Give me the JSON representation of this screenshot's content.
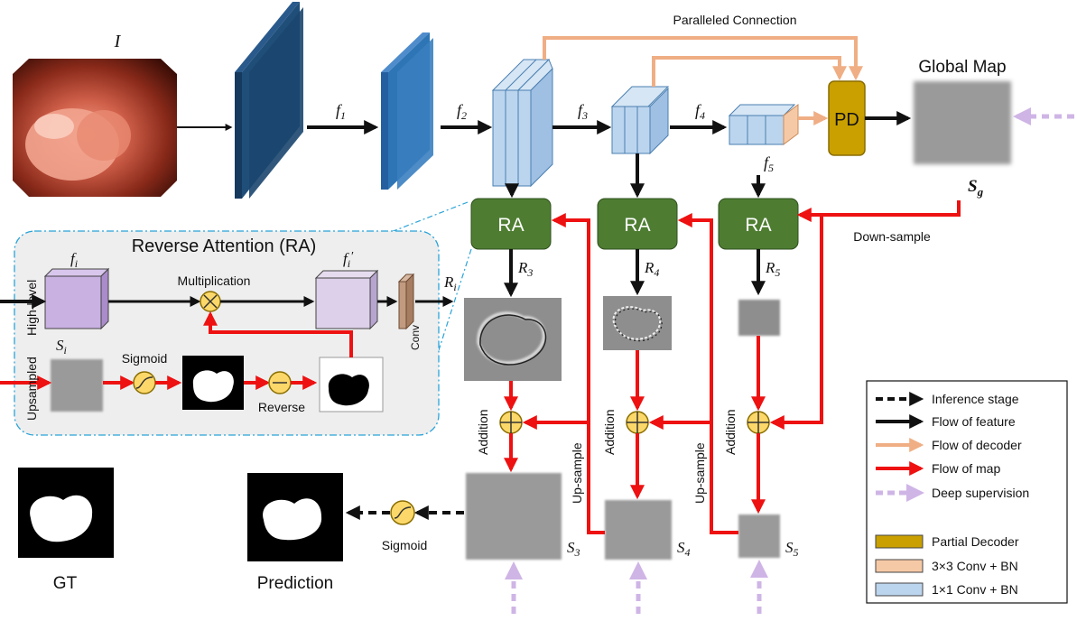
{
  "input_label": "I",
  "feature_labels": {
    "f1": "f",
    "f1_sub": "1",
    "f2": "f",
    "f2_sub": "2",
    "f3": "f",
    "f3_sub": "3",
    "f4": "f",
    "f4_sub": "4",
    "f5": "f",
    "f5_sub": "5"
  },
  "paralleled_connection": "Paralleled Connection",
  "pd_label": "PD",
  "global_map": "Global Map",
  "sg": {
    "main": "S",
    "sub": "g"
  },
  "ra_label": "RA",
  "down_sample": "Down-sample",
  "r_labels": {
    "r": "R",
    "r3": "3",
    "r4": "4",
    "r5": "5"
  },
  "addition": "Addition",
  "up_sample": "Up-sample",
  "s_labels": {
    "s": "S",
    "s3": "3",
    "s4": "4",
    "s5": "5"
  },
  "sigmoid": "Sigmoid",
  "gt": "GT",
  "prediction": "Prediction",
  "ra_module": {
    "title": "Reverse Attention (RA)",
    "fi": "f",
    "fi_sub": "i",
    "fi_prime_sub": "i",
    "fi_prime_mark": "′",
    "multiplication": "Multiplication",
    "high_level": "High-level",
    "si": "S",
    "si_sub": "i",
    "sigmoid": "Sigmoid",
    "reverse": "Reverse",
    "upsampled": "Upsampled",
    "conv": "Conv",
    "ri": "R",
    "ri_sub": "i"
  },
  "legend": {
    "items": [
      "Inference stage",
      "Flow of feature",
      "Flow of decoder",
      "Flow of map",
      "Deep supervision"
    ],
    "blocks": [
      {
        "label": "Partial Decoder",
        "color": "#c9a000"
      },
      {
        "label": "3×3 Conv + BN",
        "color": "#f6c9a6"
      },
      {
        "label": "1×1 Conv + BN",
        "color": "#bcd5ee"
      }
    ]
  },
  "colors": {
    "feature": "#111111",
    "decoder": "#f0ae84",
    "map": "#ee1111",
    "supervision": "#cfb5e6",
    "ra_box": "#4e7d32",
    "pd_box": "#c9a000",
    "dark_blue": "#1f4e79",
    "mid_blue": "#2e75b6"
  }
}
